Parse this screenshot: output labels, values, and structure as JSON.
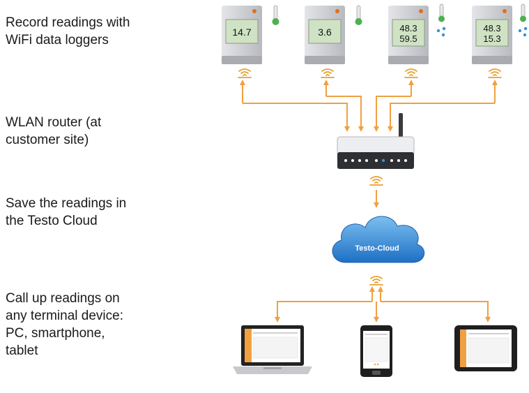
{
  "labels": {
    "loggers": "Record readings with WiFi data loggers",
    "router": "WLAN router (at customer site)",
    "cloud": "Save the readings in the Testo Cloud",
    "devices": "Call up readings on any terminal device: PC, smartphone, tablet"
  },
  "loggers": [
    {
      "line1": "14.7",
      "line2": "",
      "type": "temperature"
    },
    {
      "line1": "3.6",
      "line2": "",
      "type": "temperature"
    },
    {
      "line1": "48.3",
      "line2": "59.5",
      "type": "humidity"
    },
    {
      "line1": "48.3",
      "line2": "15.3",
      "type": "humidity"
    }
  ],
  "cloud": {
    "label": "Testo-Cloud"
  },
  "colors": {
    "arrow": "#f0a040",
    "cloud": "#2a7fd0",
    "wifi": "#e8a030",
    "lcd": "#cfe3c4",
    "device_body": "#cfd0d4"
  }
}
